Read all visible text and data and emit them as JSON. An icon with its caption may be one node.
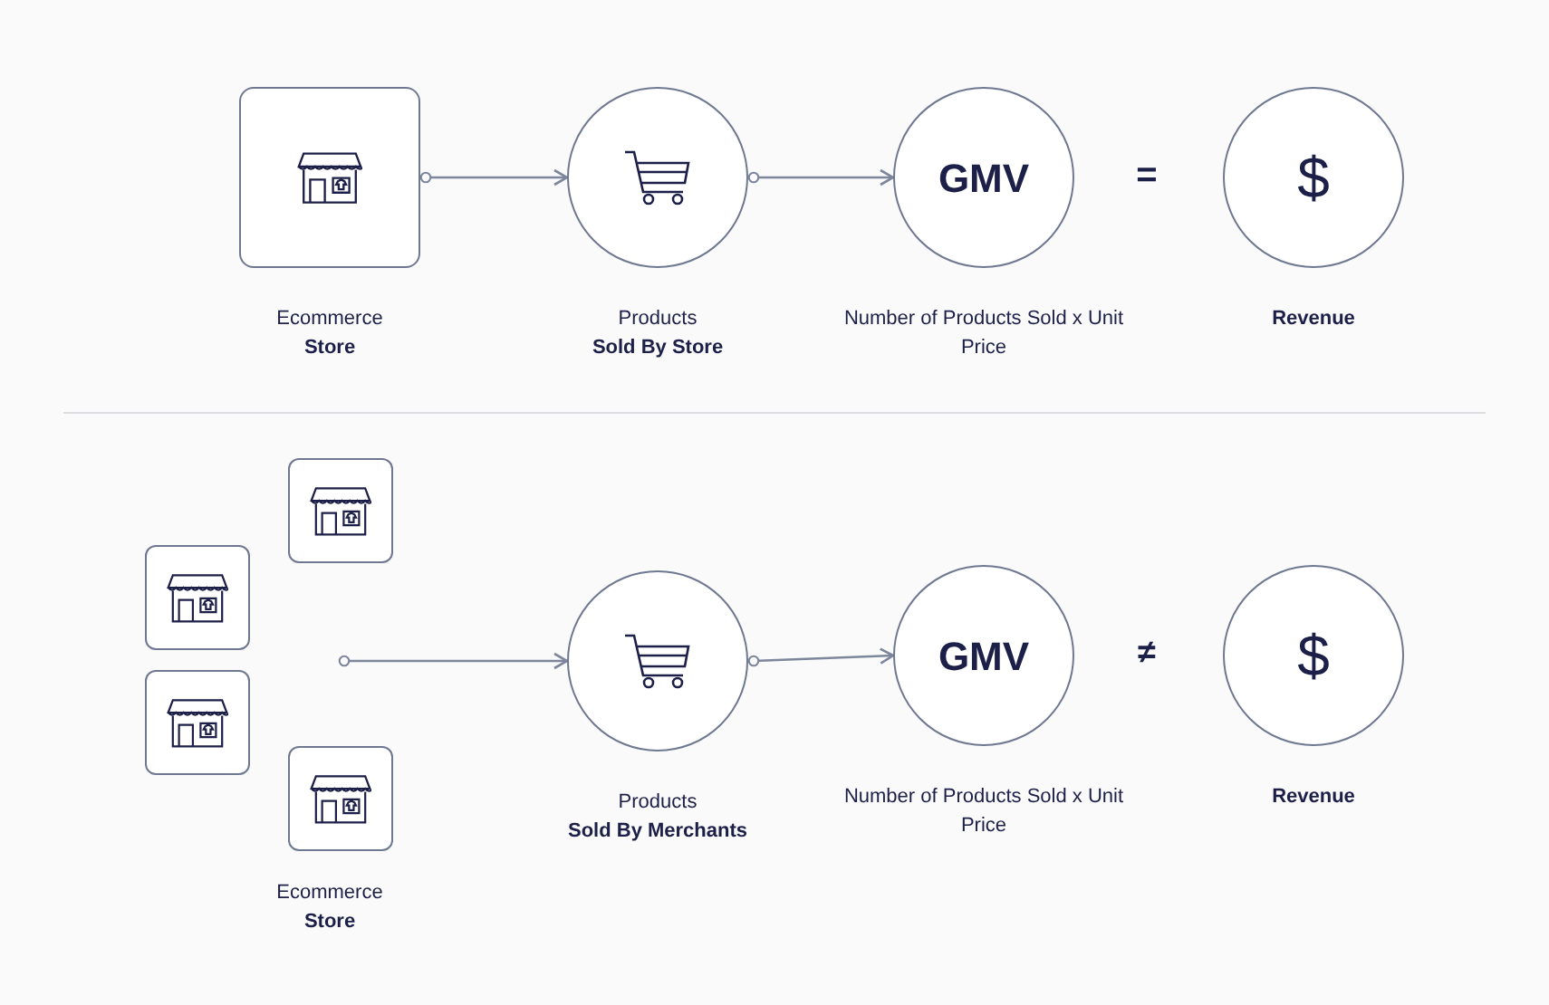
{
  "diagram": {
    "nodes": [
      {
        "text": [],
        "shape": "box",
        "beside": [
          "Ecommerce **Store**"
        ]
      },
      {
        "text": [],
        "shape": "circle",
        "beside": [
          "Products **Sold By Store**"
        ]
      },
      {
        "text": [
          "GMV"
        ],
        "beside": [
          "Number of Products Sold x Unit Price"
        ]
      },
      {
        "text": [
          "$"
        ],
        "beside": [
          "Revenue"
        ]
      },
      {
        "text": [],
        "shape": "box"
      },
      {
        "text": [],
        "shape": "box"
      },
      {
        "text": [],
        "shape": "box"
      },
      {
        "text": [],
        "shape": "box"
      },
      {
        "text": [],
        "shape": "circle",
        "beside": [
          "Products **Sold By Merchants**"
        ]
      },
      {
        "text": [
          "GMV"
        ],
        "beside": [
          "Number of Products Sold x Unit Price"
        ]
      },
      {
        "text": [
          "$"
        ],
        "beside": [
          "Revenue"
        ]
      }
    ],
    "edges": [
      {
        "from": 0,
        "to": 1,
        "arrow": "to"
      },
      {
        "from": 1,
        "to": 2,
        "arrow": "to"
      },
      {
        "from": null,
        "to": 8,
        "arrow": "to"
      },
      {
        "from": 8,
        "to": 9,
        "arrow": "to"
      }
    ],
    "labels": [
      "=",
      "≠",
      "Ecommerce **Store**"
    ]
  }
}
